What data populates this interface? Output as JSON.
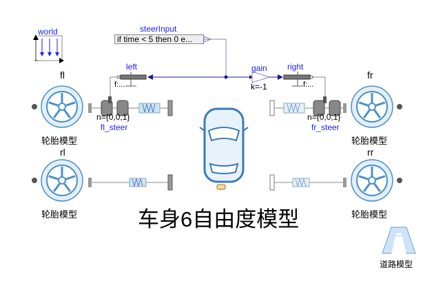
{
  "diagram": {
    "title": "车身6自由度模型",
    "world": {
      "label": "world"
    },
    "steer_input": {
      "label": "steerInput",
      "expression": "if time < 5 then 0 e..."
    },
    "gain": {
      "label": "gain",
      "param": "k=-1"
    },
    "left": {
      "label": "left",
      "param": "f:..."
    },
    "right": {
      "label": "right",
      "param": "f:..."
    },
    "fl_steer": {
      "label": "fl_steer",
      "param": "n={0,0,1}"
    },
    "fr_steer": {
      "label": "fr_steer",
      "param": "n={0,0,1}"
    },
    "wheels": [
      {
        "id": "fl",
        "label": "轮胎模型"
      },
      {
        "id": "rl",
        "label": "轮胎模型"
      },
      {
        "id": "fr",
        "label": "轮胎模型"
      },
      {
        "id": "rr",
        "label": "轮胎模型"
      }
    ],
    "road": {
      "label": "道路模型"
    },
    "colors": {
      "connector": "#1a1a8c",
      "signal_wire": "#8080c0",
      "label": "#1a1aff",
      "wheel": "#4a90c8"
    }
  }
}
